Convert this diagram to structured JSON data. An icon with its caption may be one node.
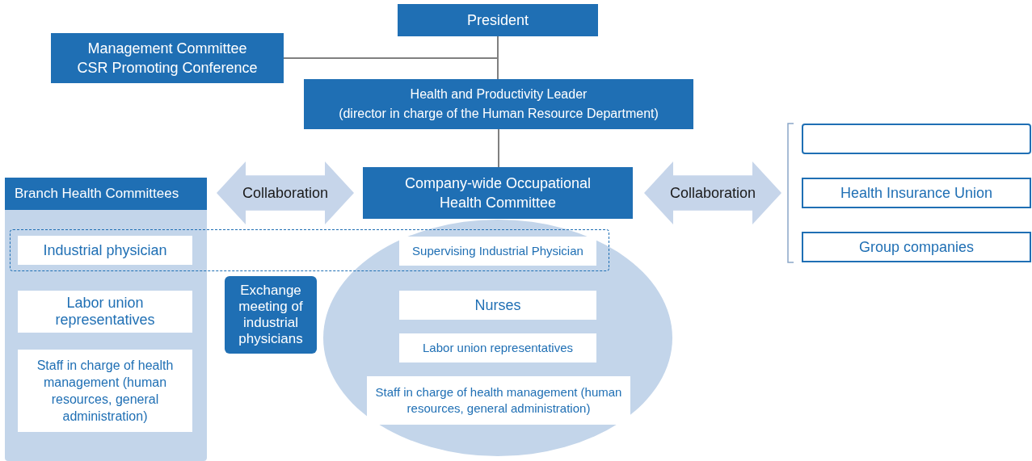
{
  "diagram": {
    "nodes": [
      {
        "text": [
          "President"
        ]
      },
      {
        "text": [
          "Management Committee",
          "CSR Promoting Conference"
        ]
      },
      {
        "text": [
          "Health and Productivity Leader",
          "(director in charge of the Human Resource Department)"
        ]
      },
      {
        "text": [],
        "shape": "box"
      },
      {
        "text": [
          "Branch Health Committees"
        ],
        "in": 3
      },
      {
        "text": [
          "Labor union representatives"
        ],
        "in": 3
      },
      {
        "text": [
          "Staff in charge of health management (human resources, general administration)"
        ],
        "in": 3
      },
      {
        "text": [
          "Collaboration"
        ]
      },
      {
        "text": [
          "Company-wide Occupational Health Committee"
        ]
      },
      {
        "text": [],
        "shape": "ellipse"
      },
      {
        "text": [
          "Nurses"
        ],
        "in": 9
      },
      {
        "text": [
          "Labor union representatives"
        ],
        "in": 9
      },
      {
        "text": [
          "Staff in charge of health management (human resources, general administration)"
        ],
        "in": 9
      },
      {
        "text": [
          "Exchange meeting of industrial physicians"
        ]
      },
      {
        "text": [
          "Collaboration"
        ]
      },
      {
        "text": [],
        "shape": "box"
      },
      {
        "text": [
          "Health Insurance Union"
        ]
      },
      {
        "text": [
          "Group companies"
        ]
      },
      {
        "text": [],
        "shape": "box"
      },
      {
        "text": [
          "Industrial physician"
        ]
      },
      {
        "text": [
          "Supervising Industrial Physician"
        ]
      }
    ],
    "edges": [
      {
        "from": 0,
        "to": 1,
        "arrow": "none"
      },
      {
        "from": 0,
        "to": 2,
        "arrow": "none"
      },
      {
        "from": 2,
        "to": 8,
        "arrow": "none"
      }
    ]
  }
}
